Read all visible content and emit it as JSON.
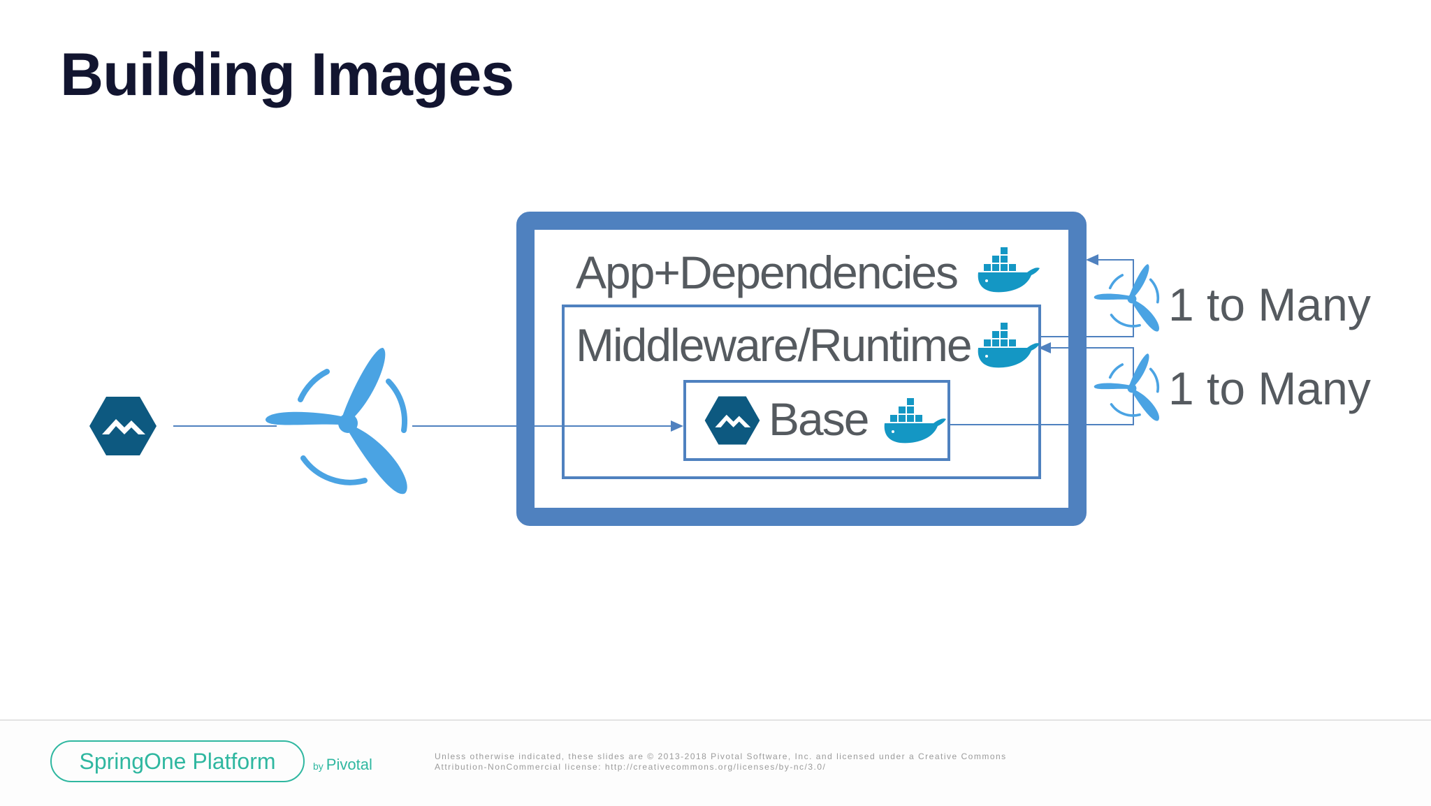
{
  "slide": {
    "title": "Building Images"
  },
  "layers": {
    "app": "App+Dependencies",
    "middleware": "Middleware/Runtime",
    "base": "Base"
  },
  "triggers": [
    "1 to Many",
    "1 to Many"
  ],
  "icons": {
    "source": "alpine-hexagon-icon",
    "pipeline": "concourse-propeller-icon",
    "container": "docker-whale-icon"
  },
  "colors": {
    "frame": "#4f81bf",
    "title": "#121530",
    "concourse": "#4aa3e3",
    "alpine": "#0d5980",
    "brand": "#2fb7a0"
  },
  "footer": {
    "brand": "SpringOne Platform",
    "by_prefix": "by",
    "by_name": "Pivotal",
    "legal_line1": "Unless otherwise indicated, these slides are © 2013-2018 Pivotal Software, Inc. and licensed under a Creative Commons",
    "legal_line2": "Attribution-NonCommercial license: http://creativecommons.org/licenses/by-nc/3.0/"
  }
}
